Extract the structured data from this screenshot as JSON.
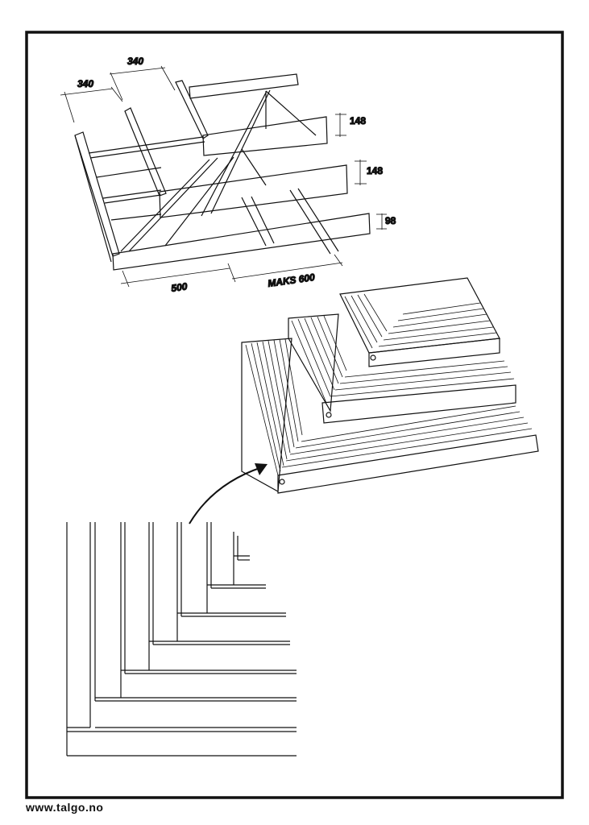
{
  "dimensions": {
    "width_1": "340",
    "width_2": "340",
    "height_1": "148",
    "height_2": "148",
    "height_3": "98",
    "depth": "500",
    "spacing": "MAKS 600"
  },
  "footer": {
    "website": "www.talgo.no"
  }
}
